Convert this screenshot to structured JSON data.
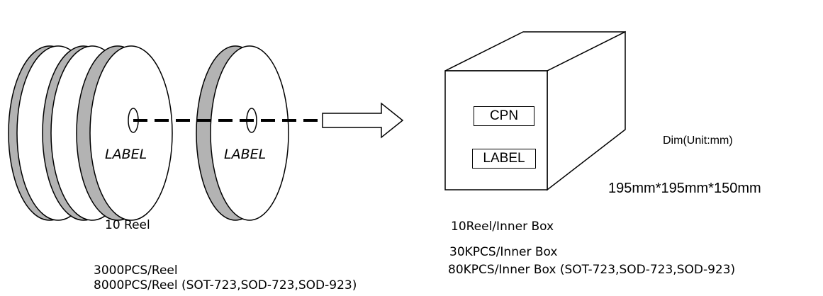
{
  "reel": {
    "label_1": "LABEL",
    "label_2": "LABEL",
    "count_caption": "10 Reel",
    "qty_line_1": "3000PCS/Reel",
    "qty_line_2": "8000PCS/Reel (SOT-723,SOD-723,SOD-923)"
  },
  "box": {
    "cpn_label": "CPN",
    "label": "LABEL",
    "dim_title": "Dim(Unit:mm)",
    "dim_value": "195mm*195mm*150mm",
    "reels_per_box": "10Reel/Inner Box",
    "qty_line_1": "30KPCS/Inner Box",
    "qty_line_2": "80KPCS/Inner Box (SOT-723,SOD-723,SOD-923)"
  },
  "colors": {
    "reel_rim": "#b3b3b3",
    "stroke": "#000000",
    "background": "#ffffff"
  }
}
